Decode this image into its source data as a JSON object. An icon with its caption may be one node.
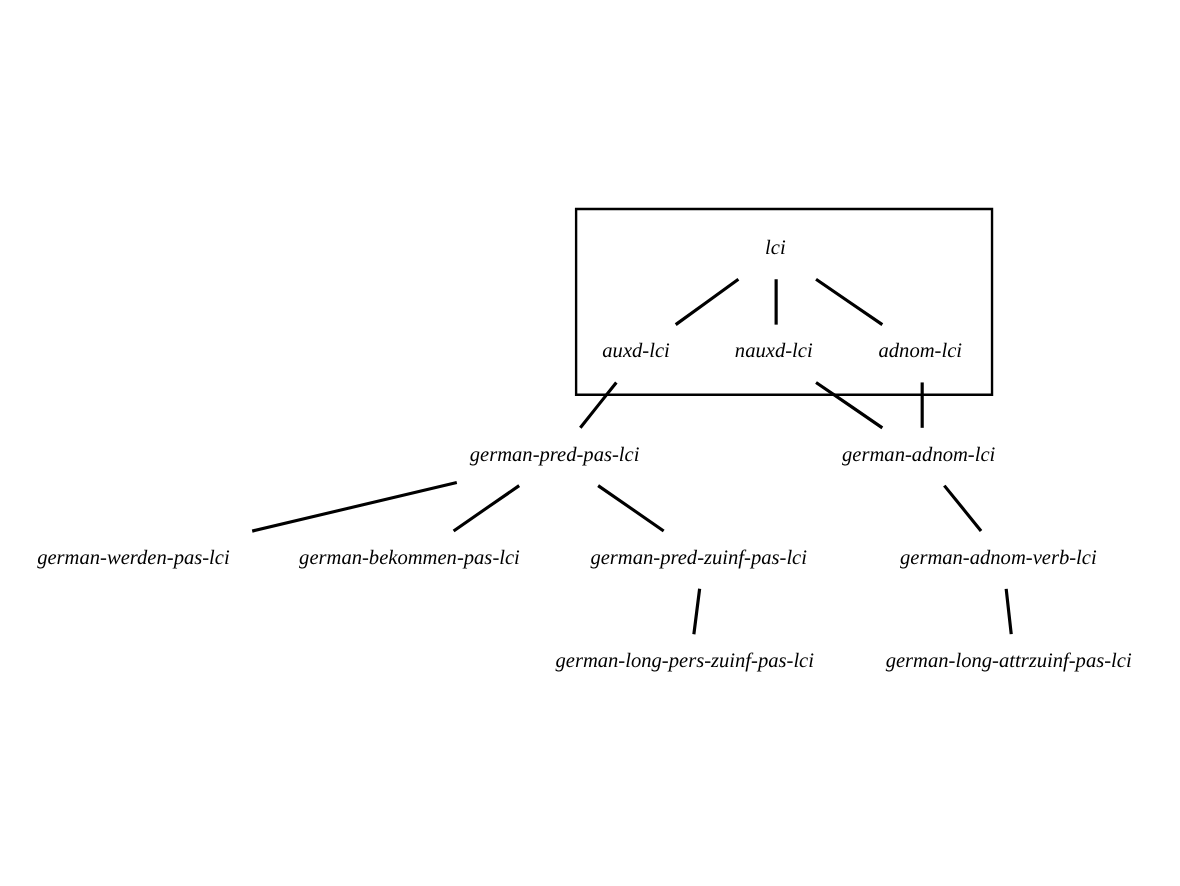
{
  "diagram": {
    "nodes": [
      {
        "text": [],
        "shape": "box"
      },
      {
        "text": [
          "lci"
        ],
        "in": 0
      },
      {
        "text": [
          "auxd-lci"
        ],
        "in": 0
      },
      {
        "text": [
          "nauxd-lci"
        ],
        "in": 0
      },
      {
        "text": [
          "adnom-lci"
        ],
        "in": 0
      },
      {
        "text": [
          "german-pred-pas-lci"
        ]
      },
      {
        "text": [
          "german-adnom-lci"
        ]
      },
      {
        "text": [
          "german-werden-pas-lci"
        ]
      },
      {
        "text": [
          "german-bekommen-pas-lci"
        ]
      },
      {
        "text": [
          "german-adnom-verb-lci"
        ]
      },
      {
        "text": [
          "german-pred-zuinf-pas-lci"
        ]
      },
      {
        "text": [
          "german-long-pers-zuinf-pas-lci"
        ]
      },
      {
        "text": [
          "german-long-attrzuinf-pas-lci"
        ]
      }
    ],
    "edges": [
      {
        "from": 1,
        "to": 2,
        "arrow": "none"
      },
      {
        "from": 1,
        "to": 3,
        "arrow": "none"
      },
      {
        "from": 1,
        "to": 4,
        "arrow": "none"
      },
      {
        "from": 2,
        "to": 5,
        "arrow": "none"
      },
      {
        "from": 3,
        "to": 6,
        "arrow": "none"
      },
      {
        "from": 4,
        "to": 6,
        "arrow": "none"
      },
      {
        "from": 5,
        "to": 7,
        "arrow": "none"
      },
      {
        "from": 5,
        "to": 8,
        "arrow": "none"
      },
      {
        "from": 5,
        "to": 10,
        "arrow": "none"
      },
      {
        "from": 6,
        "to": 9,
        "arrow": "none"
      },
      {
        "from": 10,
        "to": 11,
        "arrow": "none"
      },
      {
        "from": 9,
        "to": 12,
        "arrow": "none"
      }
    ]
  }
}
